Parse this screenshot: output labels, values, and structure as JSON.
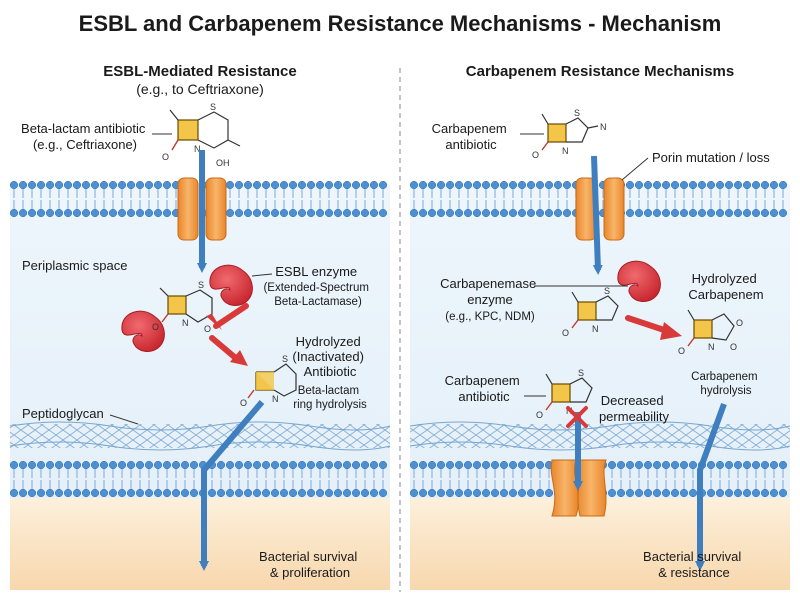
{
  "title": "ESBL and Carbapenem Resistance Mechanisms - Mechanism",
  "left": {
    "title": "ESBL-Mediated Resistance",
    "subtitle": "(e.g., to Ceftriaxone)",
    "antibiotic_label": [
      "Beta-lactam antibiotic",
      "(e.g., Ceftriaxone)"
    ],
    "periplasm_label": "Periplasmic space",
    "enzyme_label": [
      "ESBL enzyme",
      "(Extended-Spectrum",
      "Beta-Lactamase)"
    ],
    "hydrolyzed_label": [
      "Hydrolyzed",
      "(Inactivated)",
      "Antibiotic"
    ],
    "hydrolysis_label": [
      "Beta-lactam",
      "ring hydrolysis"
    ],
    "peptidoglycan_label": "Peptidoglycan",
    "outcome_label": [
      "Bacterial survival",
      "& proliferation"
    ]
  },
  "right": {
    "title": "Carbapenem Resistance Mechanisms",
    "antibiotic_label": [
      "Carbapenem",
      "antibiotic"
    ],
    "porin_label": "Porin mutation / loss",
    "enzyme_label": [
      "Carbapenemase",
      "enzyme"
    ],
    "enzyme_examples": "(e.g., KPC, NDM)",
    "hydrolyzed_label": [
      "Hydrolyzed",
      "Carbapenem"
    ],
    "hydrolysis_label": [
      "Carbapenem",
      "hydrolysis"
    ],
    "antibiotic2_label": [
      "Carbapenem",
      "antibiotic"
    ],
    "permeability_label": [
      "Decreased",
      "permeability"
    ],
    "outcome_label": [
      "Bacterial survival",
      "& resistance"
    ]
  },
  "atoms": {
    "S": "S",
    "N": "N",
    "O": "O",
    "OH": "OH"
  },
  "colors": {
    "membrane_head": "#4d8fd0",
    "membrane_tail": "#9ec3e6",
    "periplasm": "#e9f3fb",
    "cytoplasm": "#fbe6c9",
    "porin": "#f39a3c",
    "enzyme": "#d9363e",
    "arrow_blue": "#3f7fc0",
    "arrow_red": "#d83a3a",
    "ring_yellow": "#f3c64a"
  }
}
